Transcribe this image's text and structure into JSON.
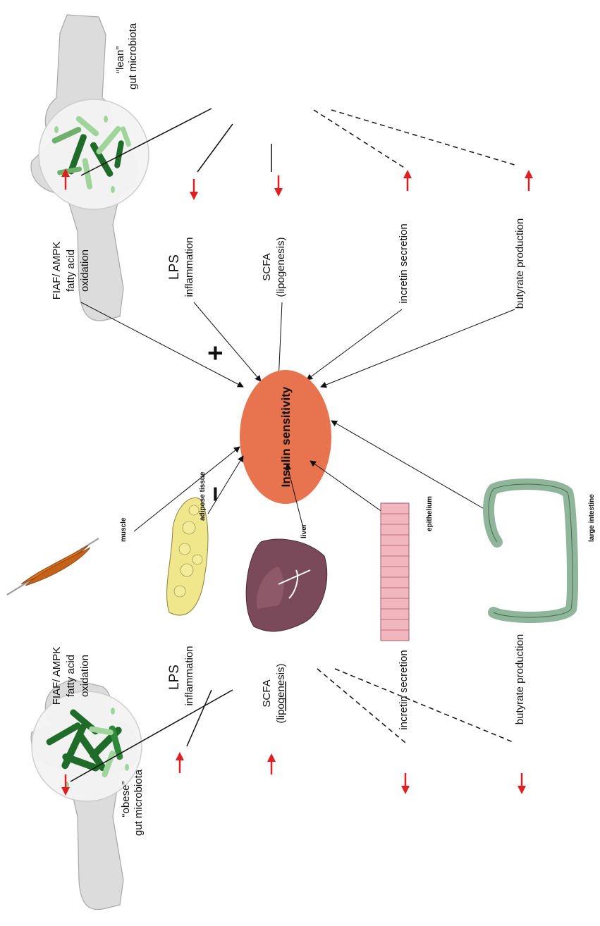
{
  "center": {
    "label": "Insulin sensitivity",
    "plus": "+",
    "minus": "−",
    "color": "#e8734f"
  },
  "lean": {
    "quote": "“lean”",
    "subtitle": "gut microbiota",
    "factors": [
      {
        "line1": "FIAF/ AMPK",
        "line2": "fatty acid",
        "line3": "oxidation",
        "arrow": "up"
      },
      {
        "line1": "LPS",
        "line2": "inflammation",
        "arrow": "down"
      },
      {
        "line1": "SCFA",
        "line2": "(lipogenesis)",
        "arrow": "down"
      },
      {
        "line1": "incretin secretion",
        "arrow": "up"
      },
      {
        "line1": "butyrate production",
        "arrow": "up"
      }
    ]
  },
  "obese": {
    "quote": "“obese”",
    "subtitle": "gut microbiota",
    "factors": [
      {
        "line1": "FIAF/ AMPK",
        "line2": "fatty acid",
        "line3": "oxidation",
        "arrow": "down"
      },
      {
        "line1": "LPS",
        "line2": "inflammation",
        "arrow": "up"
      },
      {
        "line1": "SCFA",
        "line2": "(lipogenesis)",
        "arrow": "up"
      },
      {
        "line1": "incretin secretion",
        "arrow": "down"
      },
      {
        "line1": "butyrate production",
        "arrow": "down"
      }
    ]
  },
  "organs": [
    {
      "name": "muscle",
      "color": "#d9731f"
    },
    {
      "name": "adipose tissue",
      "color": "#f0e68c"
    },
    {
      "name": "liver",
      "color": "#7a4a5a"
    },
    {
      "name": "epithelium",
      "color": "#f2b6be"
    },
    {
      "name": "large intestine",
      "color": "#8fb59a"
    }
  ],
  "colors": {
    "arrow_red": "#e02020",
    "bacteria_dark": "#1f6b2a",
    "bacteria_light": "#9fd49a",
    "body_gray": "#d9d9d9"
  }
}
